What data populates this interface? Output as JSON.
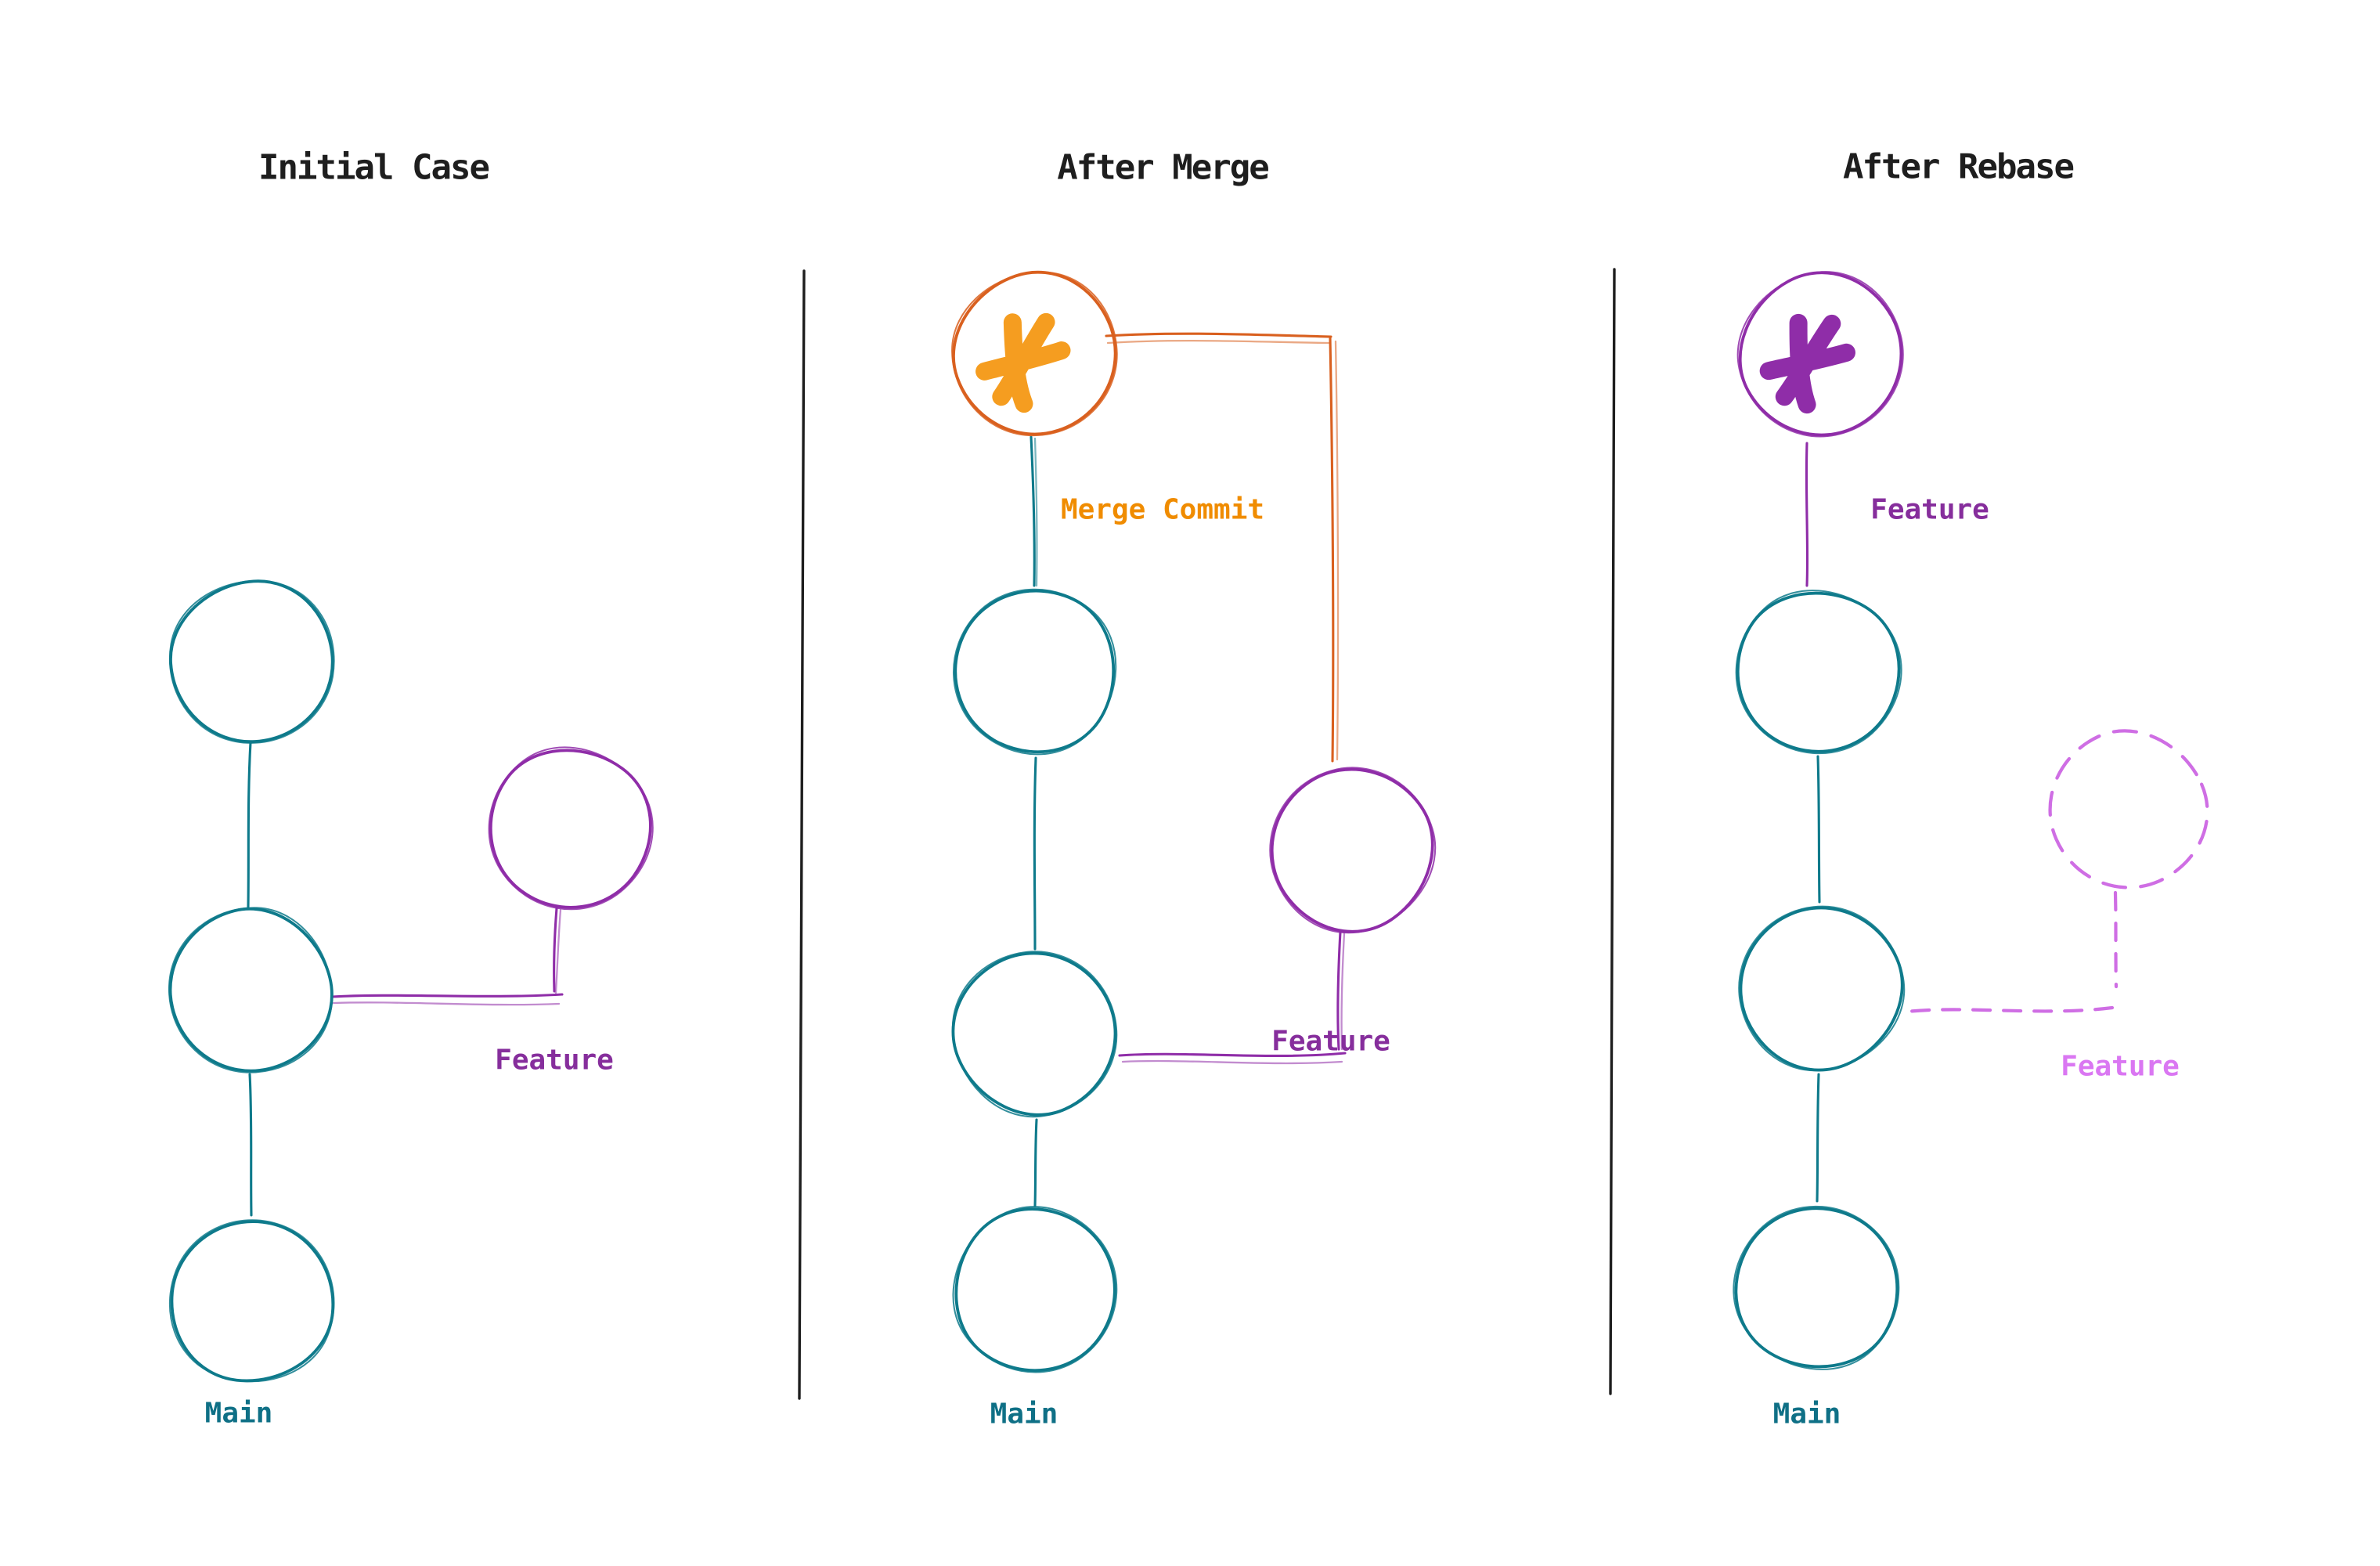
{
  "colors": {
    "background": "#ffffff",
    "ink": "#1e1e1e",
    "teal_stroke": "#0e7a8b",
    "teal_hatch": "#3fc0d3",
    "teal_label": "#0f7086",
    "purple_stroke": "#8f2da8",
    "purple_hatch": "#c76fd9",
    "purple_label": "#862e9c",
    "orange_stroke": "#d9601f",
    "orange_hatch": "#f09f58",
    "orange_solid": "#f59d20",
    "orange_label": "#f08c00",
    "ghost_stroke": "#cf6ee4",
    "ghost_hatch": "#e9b7f3",
    "ghost_label": "#da77f2"
  },
  "panels": [
    {
      "title": "Initial Case",
      "branch_labels": {
        "main": "Main",
        "feature": "Feature"
      }
    },
    {
      "title": "After Merge",
      "branch_labels": {
        "main": "Main",
        "feature": "Feature"
      },
      "annotations": {
        "merge_commit": "Merge Commit"
      }
    },
    {
      "title": "After Rebase",
      "branch_labels": {
        "main": "Main",
        "feature_new": "Feature",
        "feature_old": "Feature"
      }
    }
  ]
}
